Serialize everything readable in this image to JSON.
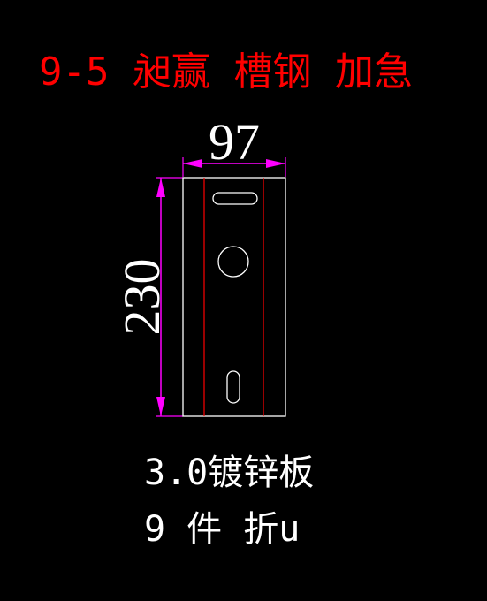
{
  "title": "9-5 昶赢 槽钢 加急",
  "dimensions": {
    "width": "97",
    "height": "230"
  },
  "notes": {
    "material": "3.0镀锌板",
    "quantity_and_process": "9 件 折u"
  },
  "colors": {
    "background": "#000000",
    "title": "#ff0000",
    "outline": "#ffffff",
    "dimension_line": "#ff00ff",
    "text": "#ffffff"
  }
}
